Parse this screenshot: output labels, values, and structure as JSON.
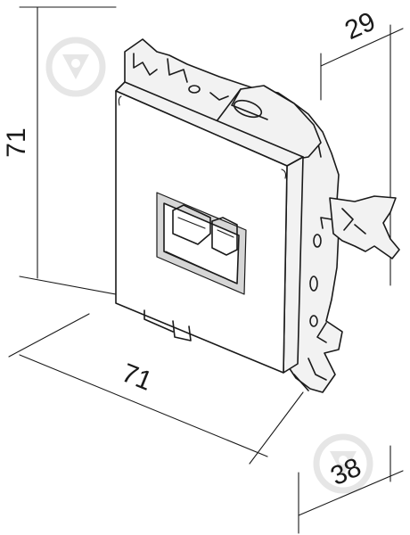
{
  "dimensions": {
    "height_left": "71",
    "width_bottom": "71",
    "depth_top": "29",
    "depth_bottom": "38"
  },
  "watermark_icon": "logo-drop-icon",
  "colors": {
    "line": "#1a1a1a",
    "watermark": "#e6e6e6",
    "background": "#ffffff"
  }
}
